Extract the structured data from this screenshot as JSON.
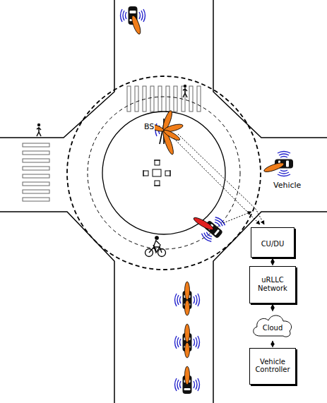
{
  "diagram": {
    "nodes": [
      {
        "text": [
          "CU/DU"
        ]
      },
      {
        "text": [
          "uRLLC Network"
        ]
      },
      {
        "text": [
          "Cloud"
        ]
      },
      {
        "text": [
          "Vehicle Controller"
        ]
      }
    ],
    "edges": [
      {
        "from": 0,
        "to": 1,
        "arrow": "both"
      },
      {
        "from": 1,
        "to": 2,
        "arrow": "both"
      },
      {
        "from": 2,
        "to": 3,
        "arrow": "both"
      }
    ],
    "labels": [
      "BS",
      "Vehicle"
    ]
  }
}
